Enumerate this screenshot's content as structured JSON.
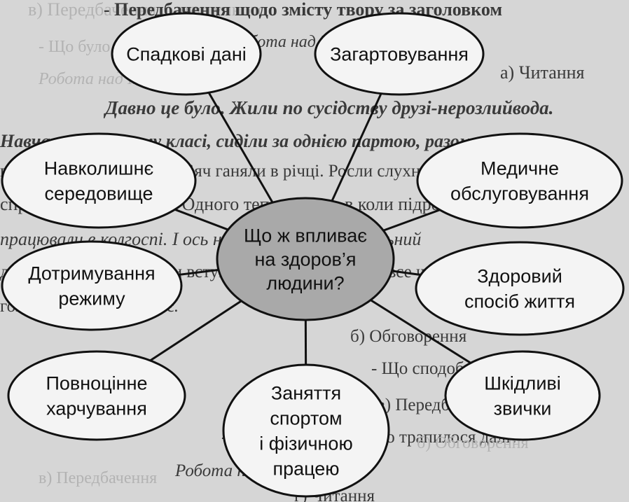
{
  "diagram": {
    "center": {
      "lines": [
        "Що ж впливає",
        "на здоров’я",
        "людини?"
      ],
      "fill": "#a9a9a9"
    },
    "nodes": [
      {
        "id": "heredity",
        "lines": [
          "Спадкові дані"
        ]
      },
      {
        "id": "hardening",
        "lines": [
          "Загартовування"
        ]
      },
      {
        "id": "environment",
        "lines": [
          "Навколишнє",
          "середовище"
        ]
      },
      {
        "id": "medical-care",
        "lines": [
          "Медичне",
          "обслуговування"
        ]
      },
      {
        "id": "regime",
        "lines": [
          "Дотримування",
          "режиму"
        ]
      },
      {
        "id": "healthy-lifestyle",
        "lines": [
          "Здоровий",
          "спосіб життя"
        ]
      },
      {
        "id": "nutrition",
        "lines": [
          "Повноцінне",
          "харчування"
        ]
      },
      {
        "id": "sport",
        "lines": [
          "Заняття",
          "спортом",
          "і фізичною",
          "працею"
        ]
      },
      {
        "id": "bad-habits",
        "lines": [
          "Шкідливі",
          "звички"
        ]
      }
    ],
    "node_fill": "#f4f4f4",
    "stroke": "#111111"
  },
  "background_text": [
    "в) Передбачення ... наступного",
    "- Передбачення щодо змісту твору за заголовком",
    "Робота над І частиною",
    "а) Читання",
    "Давно це було. Жили по сусідству друзі-нерозлийвода.",
    "Навчалися в одному класі, сиділи за однією партою, разом",
    "готували уроки, гуляли м’яч ганяли в річці. Росли слухняними,",
    "справжніми хлопцями. Одного теплого дня, в коли підросли,",
    "працювали в колгоспі. І ось настав останній шкільний",
    "дзвінок. Друзі вирішили вступати в технікум. Вони все частіше",
    "говорили про майбутнє.",
    "б) Обговорення",
    "- Що сподобалося?",
    "в) Передбачення",
    "- Як на вашу думку, що трапилося далі?",
    "Робота над ІІ частиною",
    "г) Читання",
    "Робота над ІІІ частиною",
    "- Що було далі?",
    "б) Обговорення",
    "в) Передбачення"
  ]
}
